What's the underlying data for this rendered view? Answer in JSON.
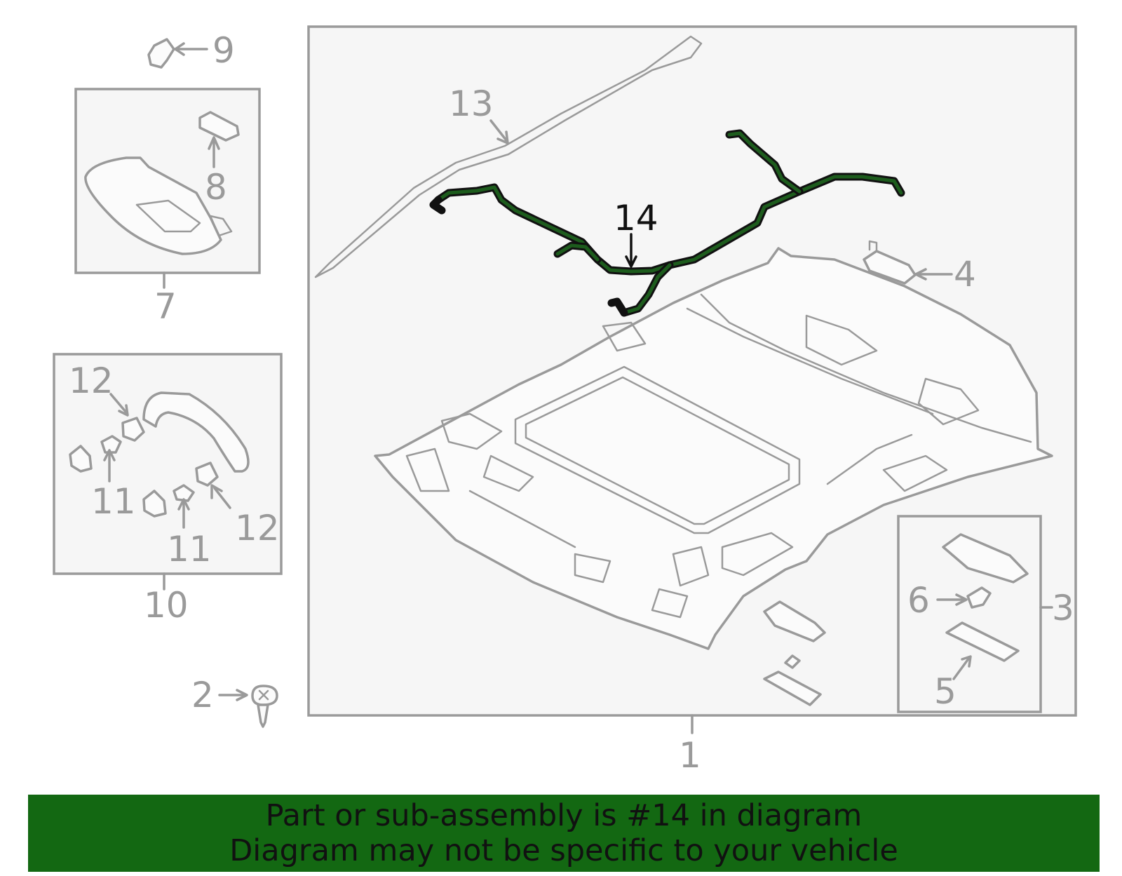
{
  "callouts": {
    "c1": "1",
    "c2": "2",
    "c3": "3",
    "c4": "4",
    "c5": "5",
    "c6": "6",
    "c7": "7",
    "c8": "8",
    "c9": "9",
    "c10": "10",
    "c11a": "11",
    "c11b": "11",
    "c12a": "12",
    "c12b": "12",
    "c13": "13",
    "c14": "14"
  },
  "banner": {
    "line1": "Part or sub-assembly is #14 in diagram",
    "line2": "Diagram may not be specific to your vehicle"
  },
  "colors": {
    "banner_bg": "#136812",
    "highlight_part": "#1d5c1d",
    "outline": "#9a9a9a",
    "panel_bg": "#f6f6f6"
  },
  "highlighted_part": "14"
}
